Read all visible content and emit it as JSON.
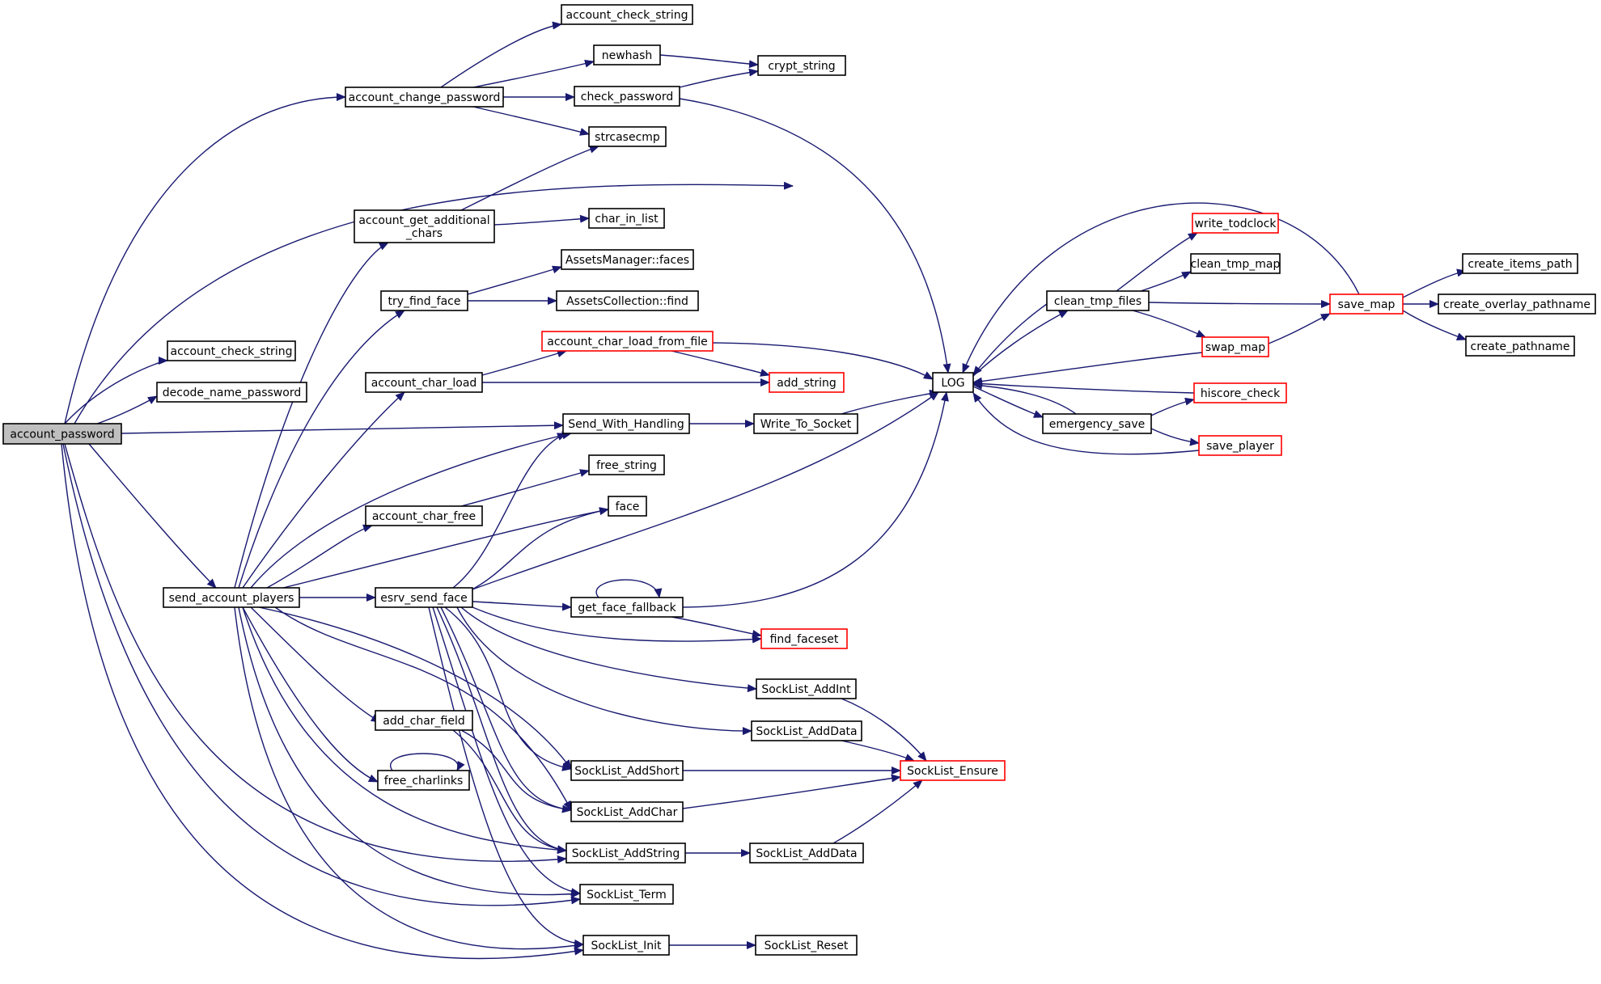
{
  "diagram": {
    "type": "call-graph",
    "colors": {
      "edge": "#191970",
      "node_border": "#000000",
      "node_border_truncated": "#ff0000",
      "node_fill": "#ffffff",
      "root_fill": "#bfbfbf",
      "text": "#000000"
    },
    "nodes": [
      {
        "id": "account_password",
        "lines": [
          "account_password"
        ],
        "root": true
      },
      {
        "id": "account_change_password",
        "lines": [
          "account_change_password"
        ]
      },
      {
        "id": "account_check_string_top",
        "lines": [
          "account_check_string"
        ]
      },
      {
        "id": "newhash",
        "lines": [
          "newhash"
        ]
      },
      {
        "id": "crypt_string",
        "lines": [
          "crypt_string"
        ]
      },
      {
        "id": "check_password",
        "lines": [
          "check_password"
        ]
      },
      {
        "id": "strcasecmp",
        "lines": [
          "strcasecmp"
        ]
      },
      {
        "id": "account_get_additional_chars",
        "lines": [
          "account_get_additional",
          "_chars"
        ]
      },
      {
        "id": "char_in_list",
        "lines": [
          "char_in_list"
        ]
      },
      {
        "id": "assets_faces",
        "lines": [
          "AssetsManager::faces"
        ]
      },
      {
        "id": "try_find_face",
        "lines": [
          "try_find_face"
        ]
      },
      {
        "id": "assets_find",
        "lines": [
          "AssetsCollection::find"
        ]
      },
      {
        "id": "account_char_load_from_file",
        "lines": [
          "account_char_load_from_file"
        ],
        "truncated": true
      },
      {
        "id": "account_char_load",
        "lines": [
          "account_char_load"
        ]
      },
      {
        "id": "add_string",
        "lines": [
          "add_string"
        ],
        "truncated": true
      },
      {
        "id": "account_check_string_left",
        "lines": [
          "account_check_string"
        ]
      },
      {
        "id": "decode_name_password",
        "lines": [
          "decode_name_password"
        ]
      },
      {
        "id": "send_with_handling",
        "lines": [
          "Send_With_Handling"
        ]
      },
      {
        "id": "write_to_socket",
        "lines": [
          "Write_To_Socket"
        ]
      },
      {
        "id": "free_string",
        "lines": [
          "free_string"
        ]
      },
      {
        "id": "account_char_free",
        "lines": [
          "account_char_free"
        ]
      },
      {
        "id": "face",
        "lines": [
          "face"
        ]
      },
      {
        "id": "send_account_players",
        "lines": [
          "send_account_players"
        ]
      },
      {
        "id": "esrv_send_face",
        "lines": [
          "esrv_send_face"
        ]
      },
      {
        "id": "get_face_fallback",
        "lines": [
          "get_face_fallback"
        ]
      },
      {
        "id": "find_faceset",
        "lines": [
          "find_faceset"
        ],
        "truncated": true
      },
      {
        "id": "socklist_addint",
        "lines": [
          "SockList_AddInt"
        ]
      },
      {
        "id": "add_char_field",
        "lines": [
          "add_char_field"
        ]
      },
      {
        "id": "socklist_adddata_mid",
        "lines": [
          "SockList_AddData"
        ]
      },
      {
        "id": "socklist_addshort",
        "lines": [
          "SockList_AddShort"
        ]
      },
      {
        "id": "socklist_ensure",
        "lines": [
          "SockList_Ensure"
        ],
        "truncated": true
      },
      {
        "id": "free_charlinks",
        "lines": [
          "free_charlinks"
        ]
      },
      {
        "id": "socklist_addchar",
        "lines": [
          "SockList_AddChar"
        ]
      },
      {
        "id": "socklist_addstring",
        "lines": [
          "SockList_AddString"
        ]
      },
      {
        "id": "socklist_adddata_low",
        "lines": [
          "SockList_AddData"
        ]
      },
      {
        "id": "socklist_term",
        "lines": [
          "SockList_Term"
        ]
      },
      {
        "id": "socklist_init",
        "lines": [
          "SockList_Init"
        ]
      },
      {
        "id": "socklist_reset",
        "lines": [
          "SockList_Reset"
        ]
      },
      {
        "id": "log",
        "lines": [
          "LOG"
        ]
      },
      {
        "id": "clean_tmp_files",
        "lines": [
          "clean_tmp_files"
        ]
      },
      {
        "id": "write_todclock",
        "lines": [
          "write_todclock"
        ],
        "truncated": true
      },
      {
        "id": "clean_tmp_map",
        "lines": [
          "clean_tmp_map"
        ]
      },
      {
        "id": "swap_map",
        "lines": [
          "swap_map"
        ],
        "truncated": true
      },
      {
        "id": "save_map",
        "lines": [
          "save_map"
        ],
        "truncated": true
      },
      {
        "id": "create_items_path",
        "lines": [
          "create_items_path"
        ]
      },
      {
        "id": "create_overlay_pathname",
        "lines": [
          "create_overlay_pathname"
        ]
      },
      {
        "id": "create_pathname",
        "lines": [
          "create_pathname"
        ]
      },
      {
        "id": "hiscore_check",
        "lines": [
          "hiscore_check"
        ],
        "truncated": true
      },
      {
        "id": "emergency_save",
        "lines": [
          "emergency_save"
        ]
      },
      {
        "id": "save_player",
        "lines": [
          "save_player"
        ],
        "truncated": true
      }
    ],
    "edges": [
      {
        "from": "account_password",
        "to": "account_change_password"
      },
      {
        "from": "account_password",
        "to": "log"
      },
      {
        "from": "account_password",
        "to": "account_check_string_left"
      },
      {
        "from": "account_password",
        "to": "decode_name_password"
      },
      {
        "from": "account_password",
        "to": "send_with_handling"
      },
      {
        "from": "account_password",
        "to": "send_account_players"
      },
      {
        "from": "account_password",
        "to": "socklist_addstring"
      },
      {
        "from": "account_password",
        "to": "socklist_term"
      },
      {
        "from": "account_password",
        "to": "socklist_init"
      },
      {
        "from": "account_change_password",
        "to": "account_check_string_top"
      },
      {
        "from": "account_change_password",
        "to": "newhash"
      },
      {
        "from": "account_change_password",
        "to": "check_password"
      },
      {
        "from": "account_change_password",
        "to": "strcasecmp"
      },
      {
        "from": "newhash",
        "to": "crypt_string"
      },
      {
        "from": "check_password",
        "to": "crypt_string"
      },
      {
        "from": "check_password",
        "to": "log"
      },
      {
        "from": "account_get_additional_chars",
        "to": "strcasecmp"
      },
      {
        "from": "account_get_additional_chars",
        "to": "char_in_list"
      },
      {
        "from": "try_find_face",
        "to": "assets_faces"
      },
      {
        "from": "try_find_face",
        "to": "assets_find"
      },
      {
        "from": "account_char_load",
        "to": "account_char_load_from_file"
      },
      {
        "from": "account_char_load",
        "to": "add_string"
      },
      {
        "from": "account_char_load_from_file",
        "to": "add_string"
      },
      {
        "from": "account_char_load_from_file",
        "to": "log"
      },
      {
        "from": "send_with_handling",
        "to": "write_to_socket"
      },
      {
        "from": "write_to_socket",
        "to": "log"
      },
      {
        "from": "account_char_free",
        "to": "free_string"
      },
      {
        "from": "send_account_players",
        "to": "account_get_additional_chars"
      },
      {
        "from": "send_account_players",
        "to": "try_find_face"
      },
      {
        "from": "send_account_players",
        "to": "account_char_load"
      },
      {
        "from": "send_account_players",
        "to": "send_with_handling"
      },
      {
        "from": "send_account_players",
        "to": "account_char_free"
      },
      {
        "from": "send_account_players",
        "to": "face"
      },
      {
        "from": "send_account_players",
        "to": "esrv_send_face"
      },
      {
        "from": "send_account_players",
        "to": "add_char_field"
      },
      {
        "from": "send_account_players",
        "to": "free_charlinks"
      },
      {
        "from": "send_account_players",
        "to": "socklist_addshort"
      },
      {
        "from": "send_account_players",
        "to": "socklist_addchar"
      },
      {
        "from": "send_account_players",
        "to": "socklist_addstring"
      },
      {
        "from": "send_account_players",
        "to": "socklist_term"
      },
      {
        "from": "send_account_players",
        "to": "socklist_init"
      },
      {
        "from": "esrv_send_face",
        "to": "send_with_handling"
      },
      {
        "from": "esrv_send_face",
        "to": "face"
      },
      {
        "from": "esrv_send_face",
        "to": "log"
      },
      {
        "from": "esrv_send_face",
        "to": "get_face_fallback"
      },
      {
        "from": "esrv_send_face",
        "to": "find_faceset"
      },
      {
        "from": "esrv_send_face",
        "to": "socklist_addint"
      },
      {
        "from": "esrv_send_face",
        "to": "socklist_adddata_mid"
      },
      {
        "from": "esrv_send_face",
        "to": "socklist_addshort"
      },
      {
        "from": "esrv_send_face",
        "to": "socklist_addchar"
      },
      {
        "from": "esrv_send_face",
        "to": "socklist_addstring"
      },
      {
        "from": "esrv_send_face",
        "to": "socklist_term"
      },
      {
        "from": "esrv_send_face",
        "to": "socklist_init"
      },
      {
        "from": "get_face_fallback",
        "to": "get_face_fallback"
      },
      {
        "from": "get_face_fallback",
        "to": "find_faceset"
      },
      {
        "from": "get_face_fallback",
        "to": "log"
      },
      {
        "from": "add_char_field",
        "to": "socklist_addchar"
      },
      {
        "from": "add_char_field",
        "to": "socklist_addstring"
      },
      {
        "from": "free_charlinks",
        "to": "free_charlinks"
      },
      {
        "from": "socklist_addint",
        "to": "socklist_ensure"
      },
      {
        "from": "socklist_adddata_mid",
        "to": "socklist_ensure"
      },
      {
        "from": "socklist_addshort",
        "to": "socklist_ensure"
      },
      {
        "from": "socklist_addchar",
        "to": "socklist_ensure"
      },
      {
        "from": "socklist_addstring",
        "to": "socklist_adddata_low"
      },
      {
        "from": "socklist_adddata_low",
        "to": "socklist_ensure"
      },
      {
        "from": "socklist_init",
        "to": "socklist_reset"
      },
      {
        "from": "log",
        "to": "clean_tmp_files"
      },
      {
        "from": "log",
        "to": "emergency_save"
      },
      {
        "from": "clean_tmp_files",
        "to": "log"
      },
      {
        "from": "clean_tmp_files",
        "to": "write_todclock"
      },
      {
        "from": "clean_tmp_files",
        "to": "clean_tmp_map"
      },
      {
        "from": "clean_tmp_files",
        "to": "save_map"
      },
      {
        "from": "clean_tmp_files",
        "to": "swap_map"
      },
      {
        "from": "swap_map",
        "to": "log"
      },
      {
        "from": "swap_map",
        "to": "save_map"
      },
      {
        "from": "save_map",
        "to": "log"
      },
      {
        "from": "save_map",
        "to": "create_items_path"
      },
      {
        "from": "save_map",
        "to": "create_overlay_pathname"
      },
      {
        "from": "save_map",
        "to": "create_pathname"
      },
      {
        "from": "hiscore_check",
        "to": "log"
      },
      {
        "from": "emergency_save",
        "to": "log"
      },
      {
        "from": "emergency_save",
        "to": "hiscore_check"
      },
      {
        "from": "emergency_save",
        "to": "save_player"
      },
      {
        "from": "save_player",
        "to": "log"
      }
    ]
  }
}
